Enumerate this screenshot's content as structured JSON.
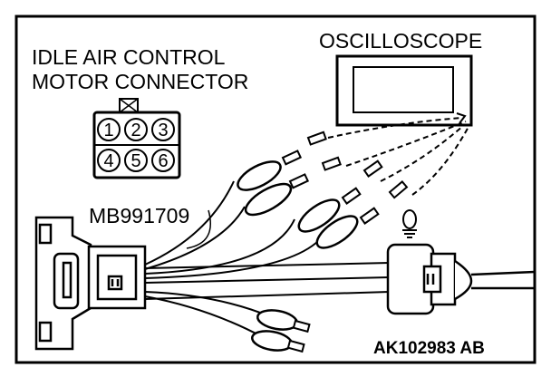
{
  "labels": {
    "oscilloscope": "OSCILLOSCOPE",
    "connector_line1": "IDLE AIR CONTROL",
    "connector_line2": "MOTOR CONNECTOR",
    "harness": "MB991709",
    "figure_id": "AK102983 AB"
  },
  "pins": [
    "1",
    "2",
    "3",
    "4",
    "5",
    "6"
  ]
}
